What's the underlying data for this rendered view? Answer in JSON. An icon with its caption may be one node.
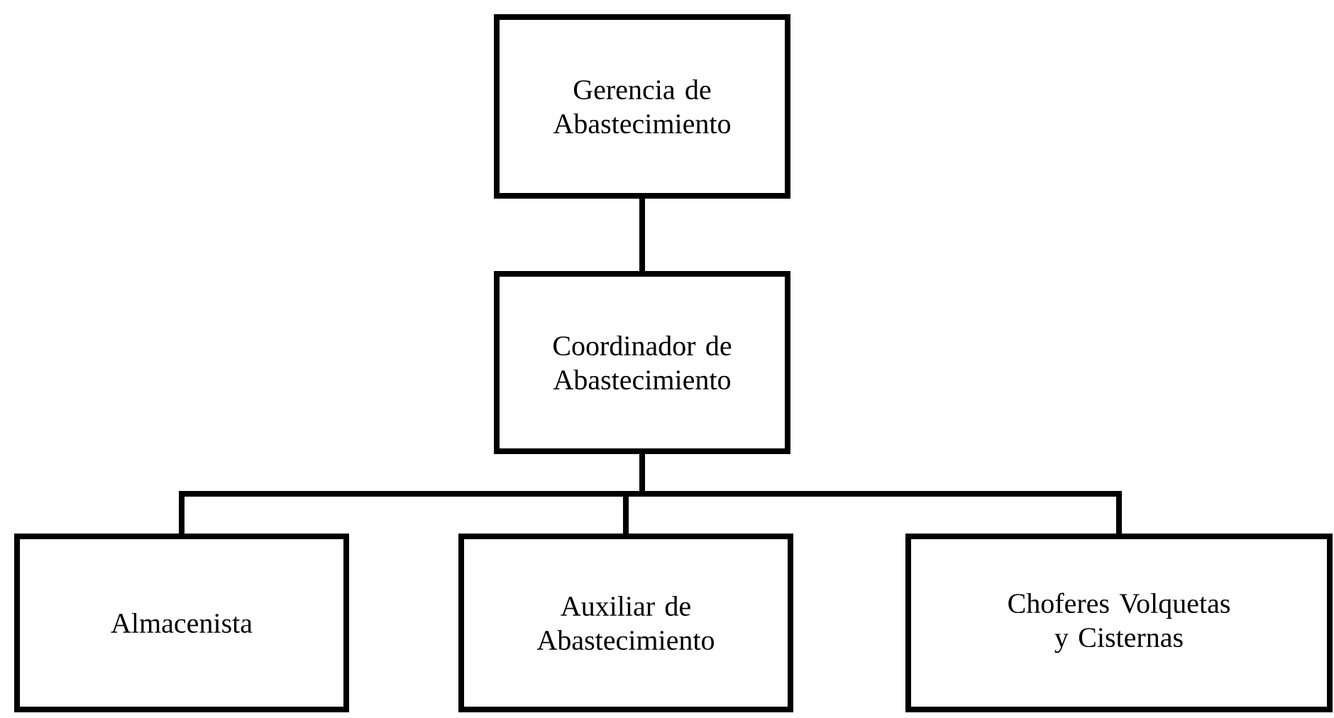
{
  "diagram": {
    "nodes": [
      {
        "text": [
          "Gerencia de Abastecimiento"
        ]
      },
      {
        "text": [
          "Coordinador de Abastecimiento"
        ]
      },
      {
        "text": [
          "Almacenista"
        ]
      },
      {
        "text": [
          "Auxiliar de Abastecimiento"
        ]
      },
      {
        "text": [
          "Choferes Volquetas y Cisternas"
        ]
      }
    ],
    "edges": [
      {
        "from": 0,
        "to": 1,
        "arrow": "none"
      },
      {
        "from": 1,
        "to": 2,
        "arrow": "none"
      },
      {
        "from": 1,
        "to": 3,
        "arrow": "none"
      },
      {
        "from": 1,
        "to": 4,
        "arrow": "none"
      }
    ]
  }
}
